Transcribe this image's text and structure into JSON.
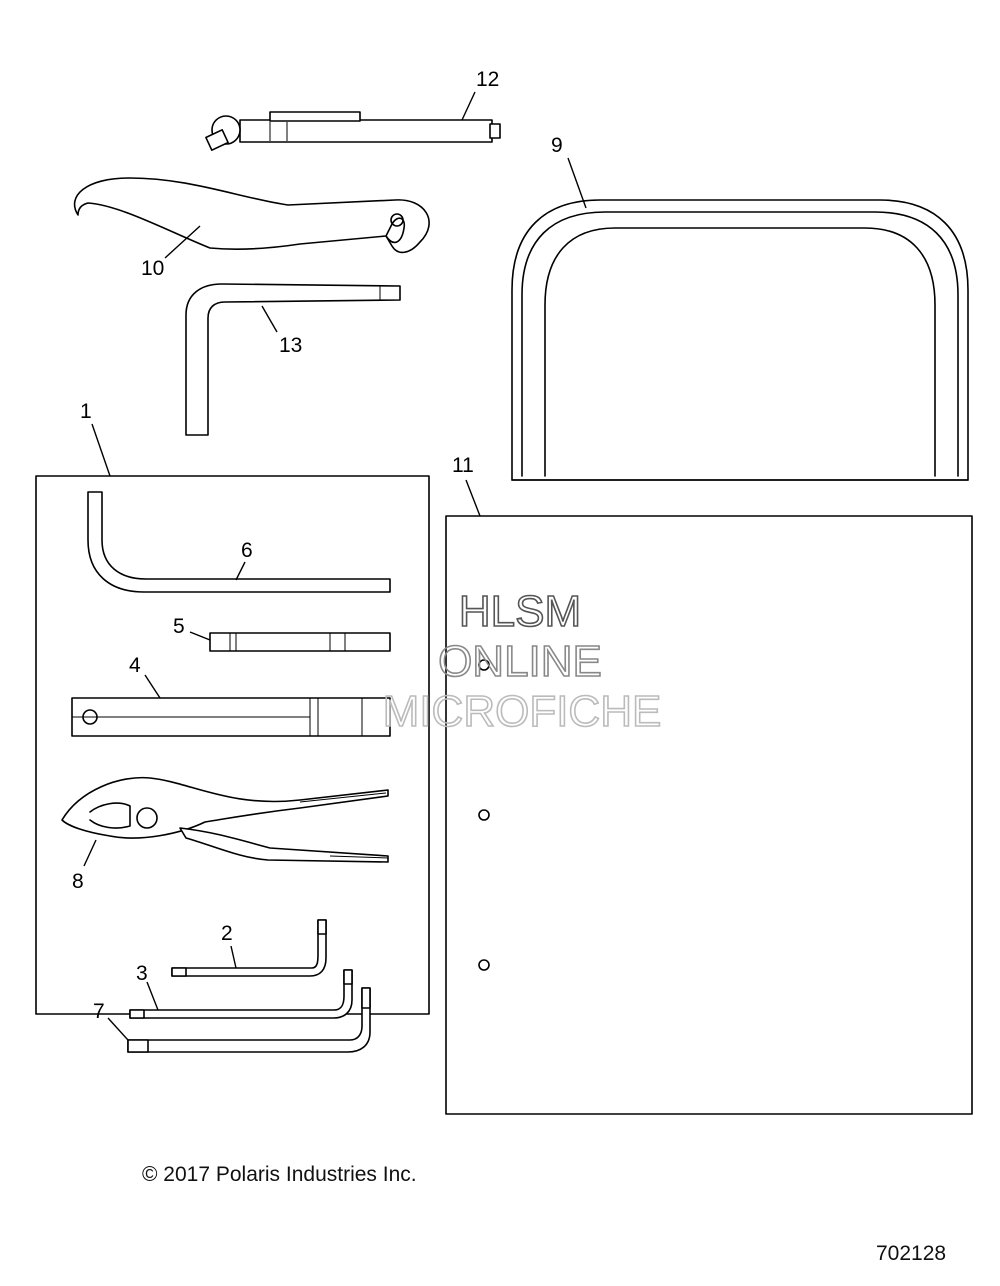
{
  "callouts": {
    "c1": "1",
    "c2": "2",
    "c3": "3",
    "c4": "4",
    "c5": "5",
    "c6": "6",
    "c7": "7",
    "c8": "8",
    "c9": "9",
    "c10": "10",
    "c11": "11",
    "c12": "12",
    "c13": "13"
  },
  "watermark": {
    "line1": "HLSM",
    "line2": "ONLINE",
    "line3": "MICROFICHE"
  },
  "footer": {
    "copyright": "© 2017 Polaris Industries Inc.",
    "drawing_number": "702128"
  }
}
